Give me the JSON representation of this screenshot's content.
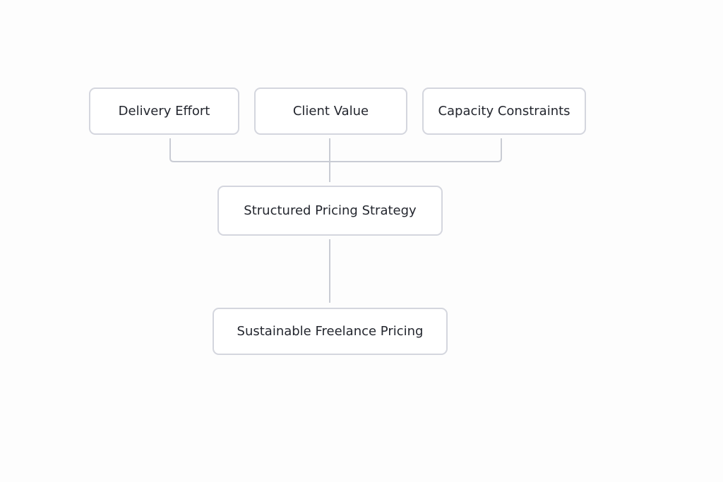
{
  "diagram": {
    "inputs": [
      {
        "label": "Delivery Effort"
      },
      {
        "label": "Client Value"
      },
      {
        "label": "Capacity Constraints"
      }
    ],
    "strategy": {
      "label": "Structured Pricing Strategy"
    },
    "outcome": {
      "label": "Sustainable Freelance Pricing"
    }
  },
  "colors": {
    "background": "#fdfdfd",
    "node_border": "#d4d6de",
    "node_text": "#23262e",
    "connector": "#c9ccd4"
  }
}
